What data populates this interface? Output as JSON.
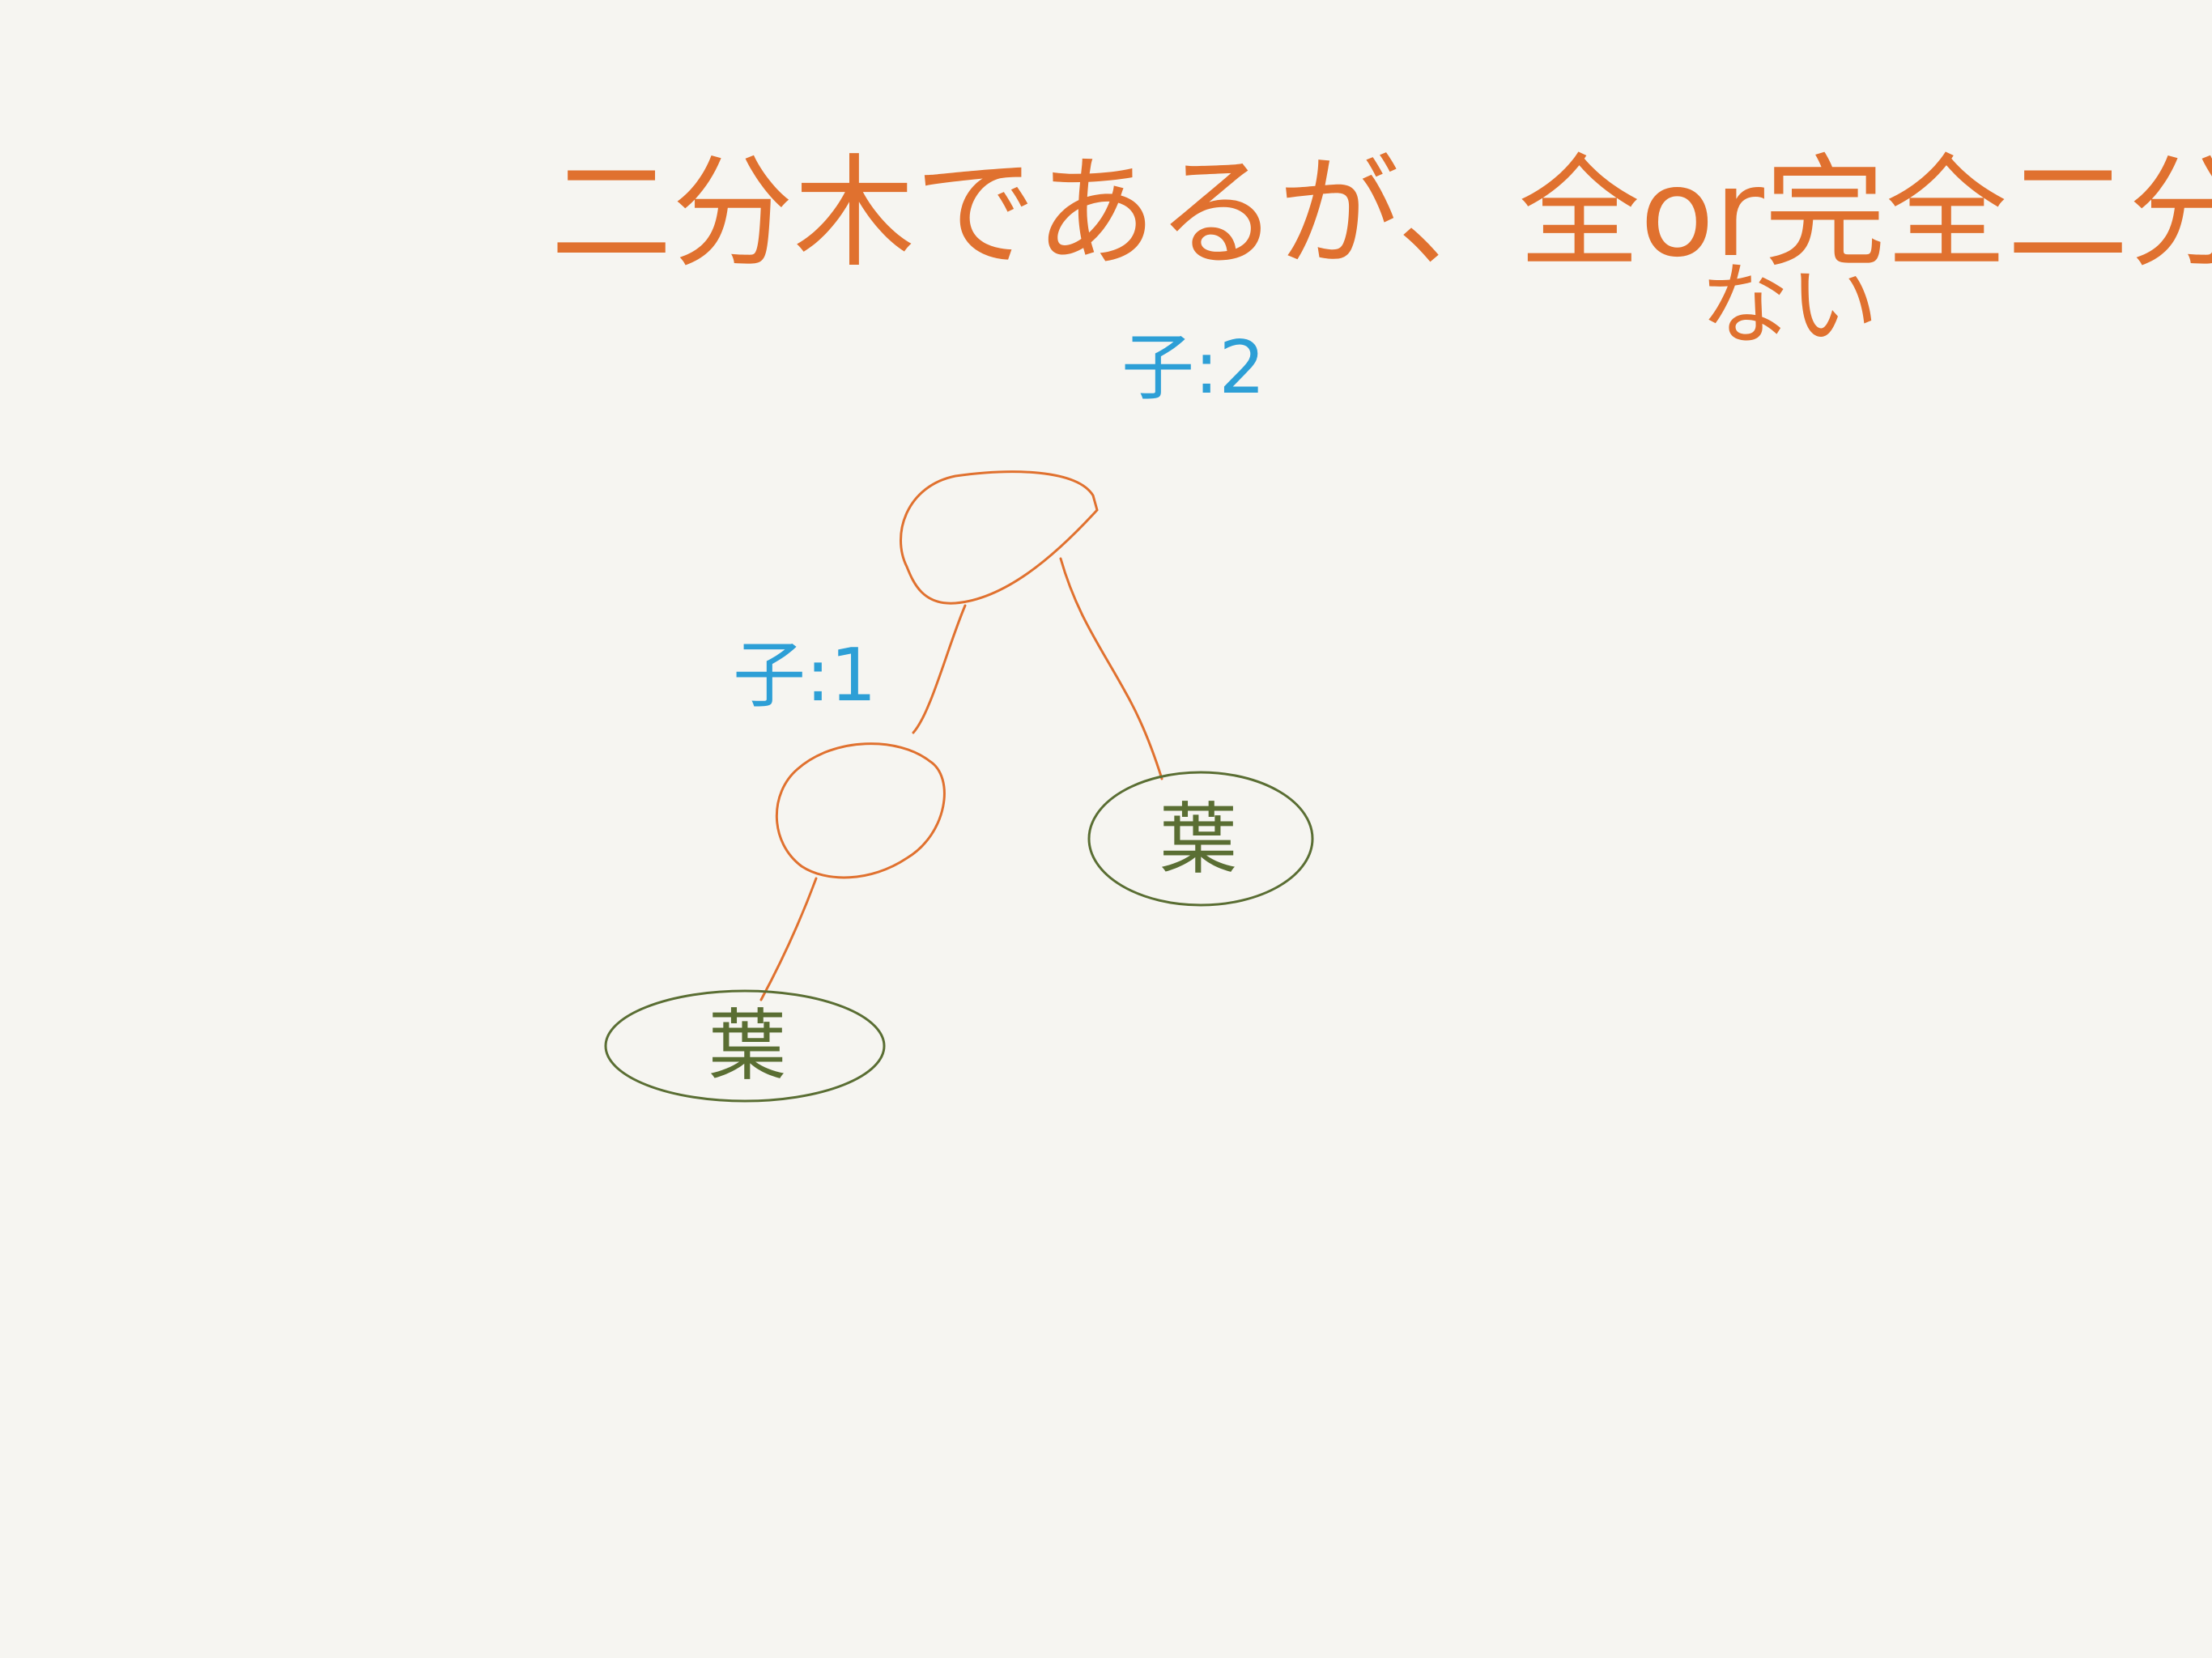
{
  "colors": {
    "background": "#f6f5f1",
    "ink_orange": "#e0712f",
    "ink_blue": "#2d9fd6",
    "ink_green": "#5a6e33"
  },
  "note": {
    "line1": "二分木であるが、全or完全二分木でな",
    "line2": "ない"
  },
  "tree": {
    "root_label": "子:2",
    "left_label": "子:1",
    "leaf_left_text": "葉",
    "leaf_right_text": "葉"
  }
}
